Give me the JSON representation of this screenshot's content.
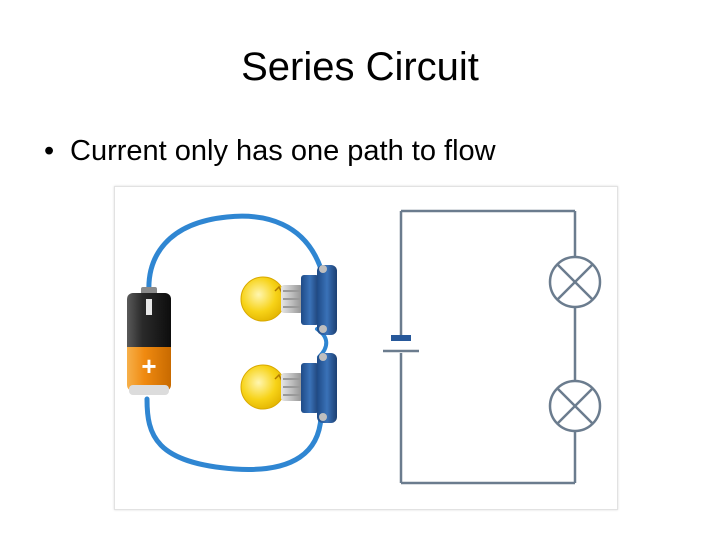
{
  "slide": {
    "title": "Series Circuit",
    "bullet_symbol": "•",
    "bullet_text": "Current only has one path to flow"
  },
  "figure": {
    "battery_positive_label": "+",
    "colors": {
      "wire": "#2f86d2",
      "battery_top": "#1a1a1a",
      "battery_bottom": "#f08a10",
      "bulb": "#f7d318",
      "socket": "#27589a",
      "schematic": "#6b7c8e"
    },
    "pictorial": {
      "bulbs": 2,
      "batteries": 1
    },
    "schematic": {
      "lamps": 2,
      "cells": 1
    }
  }
}
